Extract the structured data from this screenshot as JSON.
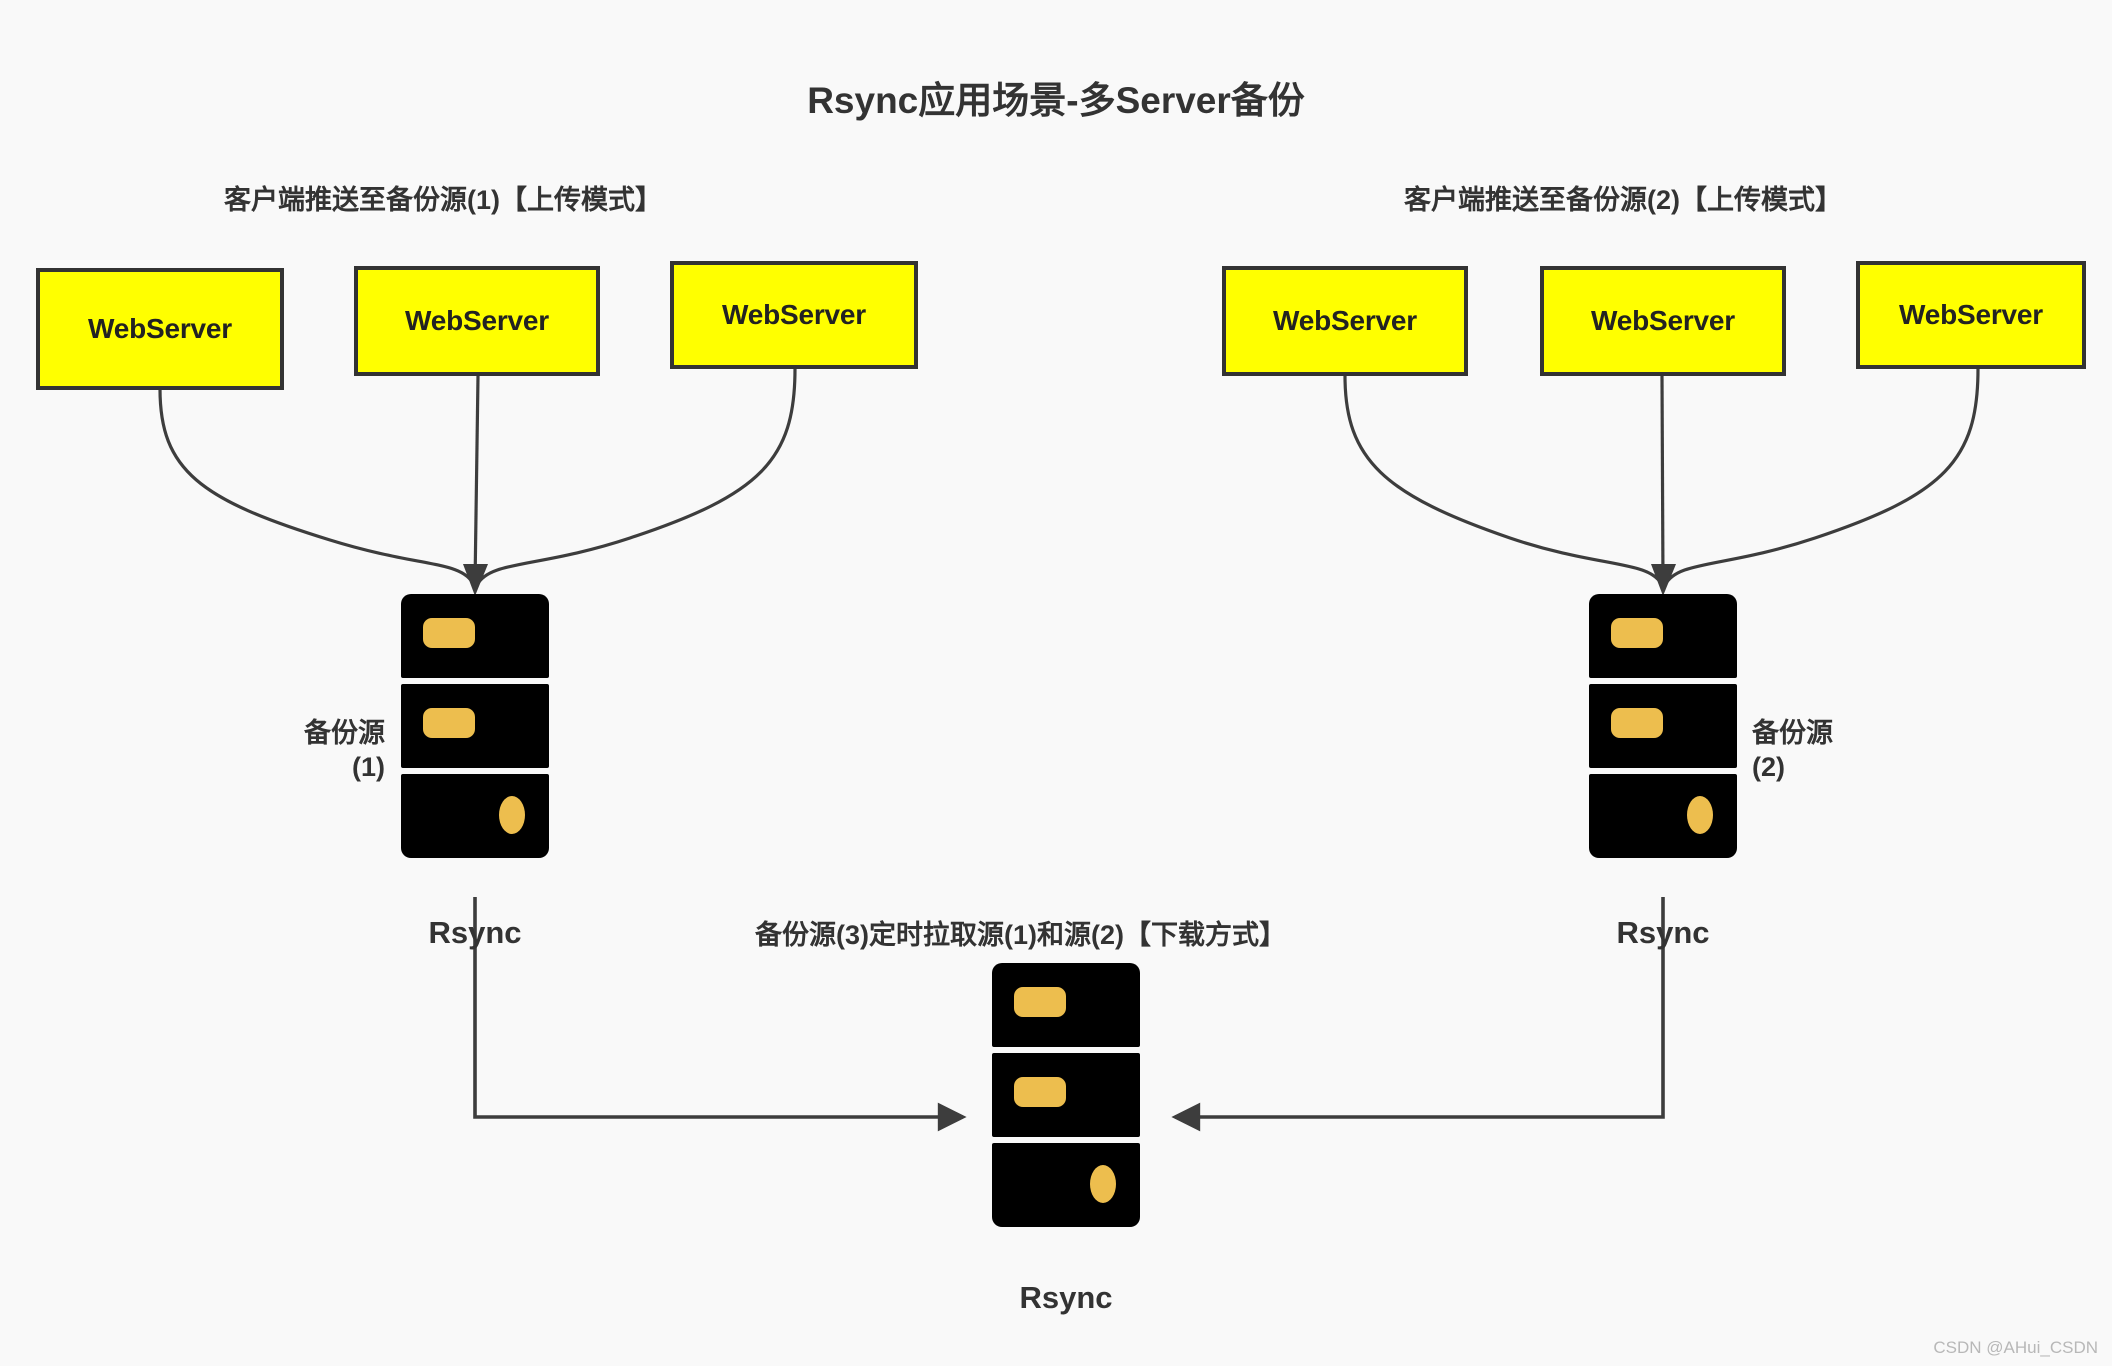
{
  "page": {
    "title": "Rsync应用场景-多Server备份",
    "background_color": "#f9f9f9",
    "watermark": "CSDN @AHui_CSDN"
  },
  "colors": {
    "webserver_fill": "#ffff00",
    "webserver_border": "#333333",
    "server_body": "#000000",
    "server_led": "#edbe4e",
    "line": "#3d3d3d",
    "text": "#333333"
  },
  "sections": {
    "left": {
      "heading": "客户端推送至备份源(1)【上传模式】",
      "webservers": [
        {
          "label": "WebServer"
        },
        {
          "label": "WebServer"
        },
        {
          "label": "WebServer"
        }
      ],
      "node_label": "备份源\n(1)",
      "rsync_label": "Rsync"
    },
    "right": {
      "heading": "客户端推送至备份源(2)【上传模式】",
      "webservers": [
        {
          "label": "WebServer"
        },
        {
          "label": "WebServer"
        },
        {
          "label": "WebServer"
        }
      ],
      "node_label": "备份源\n(2)",
      "rsync_label": "Rsync"
    },
    "center": {
      "heading": "备份源(3)定时拉取源(1)和源(2)【下载方式】",
      "rsync_label": "Rsync"
    }
  }
}
